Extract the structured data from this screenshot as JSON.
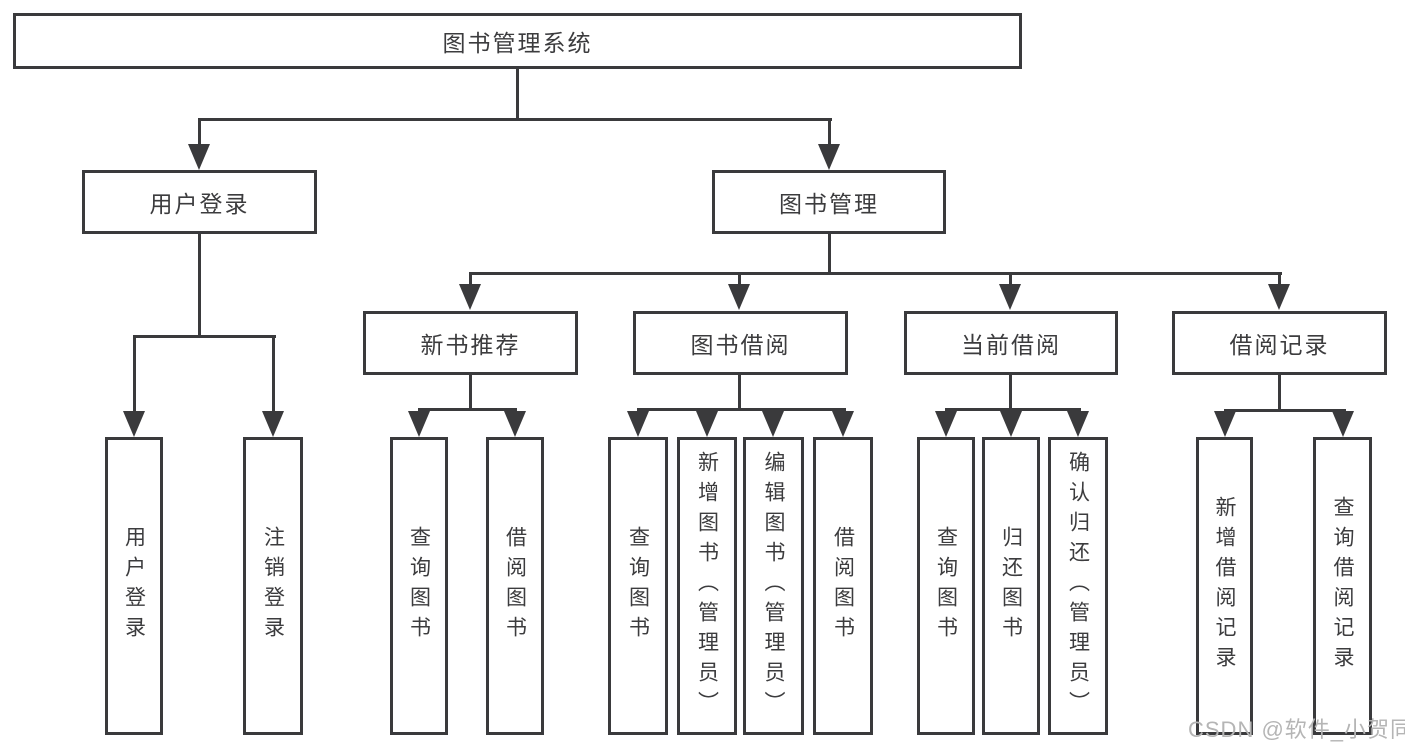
{
  "colors": {
    "line": "#3a3a3c",
    "text": "#3c3c3e",
    "watermark": "#b5b5b5",
    "background": "#ffffff"
  },
  "watermark": {
    "text": "CSDN @软件_小贺同学"
  },
  "tree": {
    "root": {
      "label": "图书管理系统"
    },
    "branches": [
      {
        "label": "用户登录",
        "children": [
          {
            "label": "用户登录"
          },
          {
            "label": "注销登录"
          }
        ]
      },
      {
        "label": "图书管理",
        "children": [
          {
            "label": "新书推荐",
            "children": [
              {
                "label": "查询图书"
              },
              {
                "label": "借阅图书"
              }
            ]
          },
          {
            "label": "图书借阅",
            "children": [
              {
                "label": "查询图书"
              },
              {
                "label": "新增图书（管理员）"
              },
              {
                "label": "编辑图书（管理员）"
              },
              {
                "label": "借阅图书"
              }
            ]
          },
          {
            "label": "当前借阅",
            "children": [
              {
                "label": "查询图书"
              },
              {
                "label": "归还图书"
              },
              {
                "label": "确认归还（管理员）"
              }
            ]
          },
          {
            "label": "借阅记录",
            "children": [
              {
                "label": "新增借阅记录"
              },
              {
                "label": "查询借阅记录"
              }
            ]
          }
        ]
      }
    ]
  }
}
